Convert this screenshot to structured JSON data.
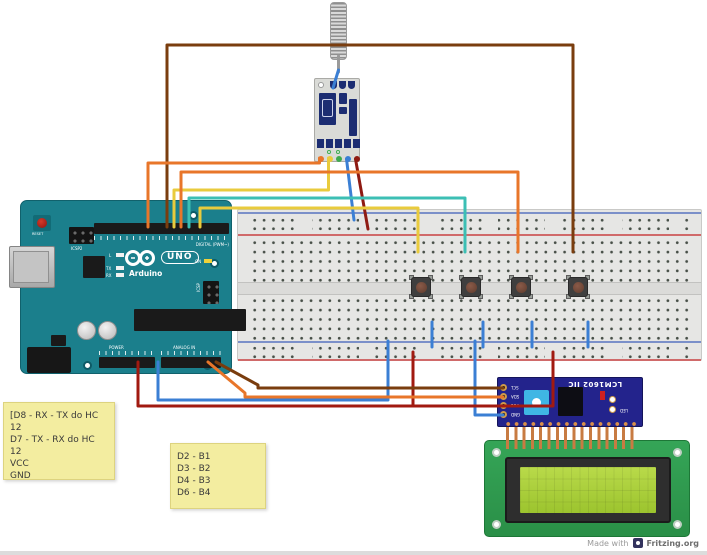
{
  "arduino": {
    "logo_text": "UNO",
    "brand": "Arduino",
    "reset": "RESET",
    "icsp2": "ICSP2",
    "icsp": "ICSP",
    "digital": "DIGITAL (PWM~)",
    "power": "POWER",
    "analog": "ANALOG IN",
    "tx": "TX",
    "rx": "RX",
    "led_l": "L",
    "on": "ON"
  },
  "lcm": {
    "title": "LCM1602 IIC",
    "pin_scl": "SCL",
    "pin_sda": "SDA",
    "pin_vcc": "VCC",
    "pin_gnd": "GND",
    "led": "LED"
  },
  "notes": {
    "hc12_wiring": {
      "line1": "[D8 - RX - TX do HC 12",
      "line2": "D7 - TX - RX do HC 12",
      "line3": "VCC",
      "line4": "GND"
    },
    "button_wiring": {
      "line1": "D2 - B1",
      "line2": "D3 - B2",
      "line3": "D4 - B3",
      "line4": "D6 - B4"
    }
  },
  "footer": {
    "made_with": "Made with",
    "brand": "Fritzing.org"
  },
  "colors": {
    "arduino_body": "#1b7f8c",
    "breadboard": "#e6e6e4",
    "note_yellow": "#f3eda0",
    "lcm_navy": "#23238c",
    "lcd_pcb_green": "#2f9b4d",
    "lcd_screen_green": "#a6cc33",
    "wire_orange": "#e8762a",
    "wire_yellow": "#e9cb3d",
    "wire_teal": "#3cbfb4",
    "wire_blue": "#3b7fd4",
    "wire_dark_red": "#a11a10",
    "wire_maroon": "#8e1a12",
    "wire_brown": "#7a3d0e"
  }
}
